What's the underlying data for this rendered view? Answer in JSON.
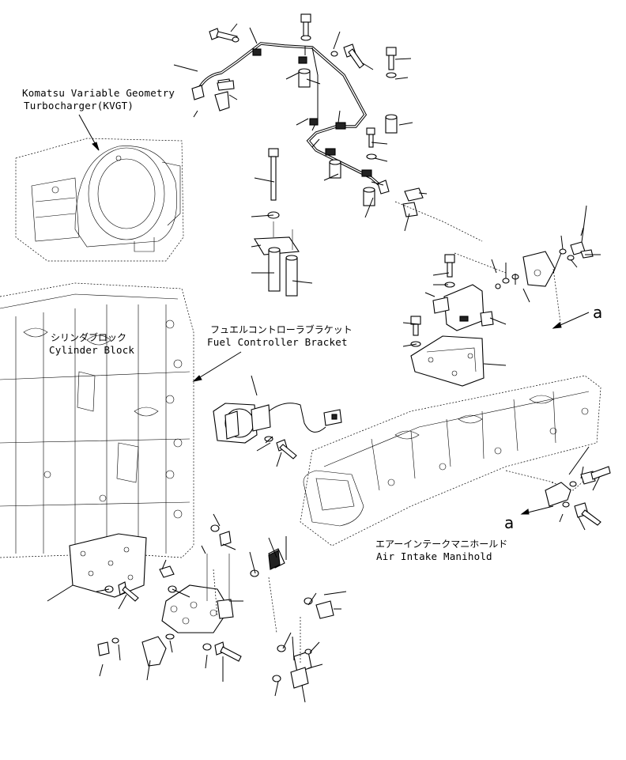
{
  "labels": {
    "kvgt_line1": "Komatsu Variable Geometry",
    "kvgt_line2": "Turbocharger(KVGT)",
    "cyl_jp": "シリンダブロック",
    "cyl_en": "Cylinder Block",
    "fuel_jp": "フュエルコントローラブラケット",
    "fuel_en": "Fuel Controller Bracket",
    "air_jp": "エアーインテークマニホールド",
    "air_en": "Air Intake Manihold"
  },
  "refs": {
    "a_upper": "a",
    "a_lower": "a"
  }
}
